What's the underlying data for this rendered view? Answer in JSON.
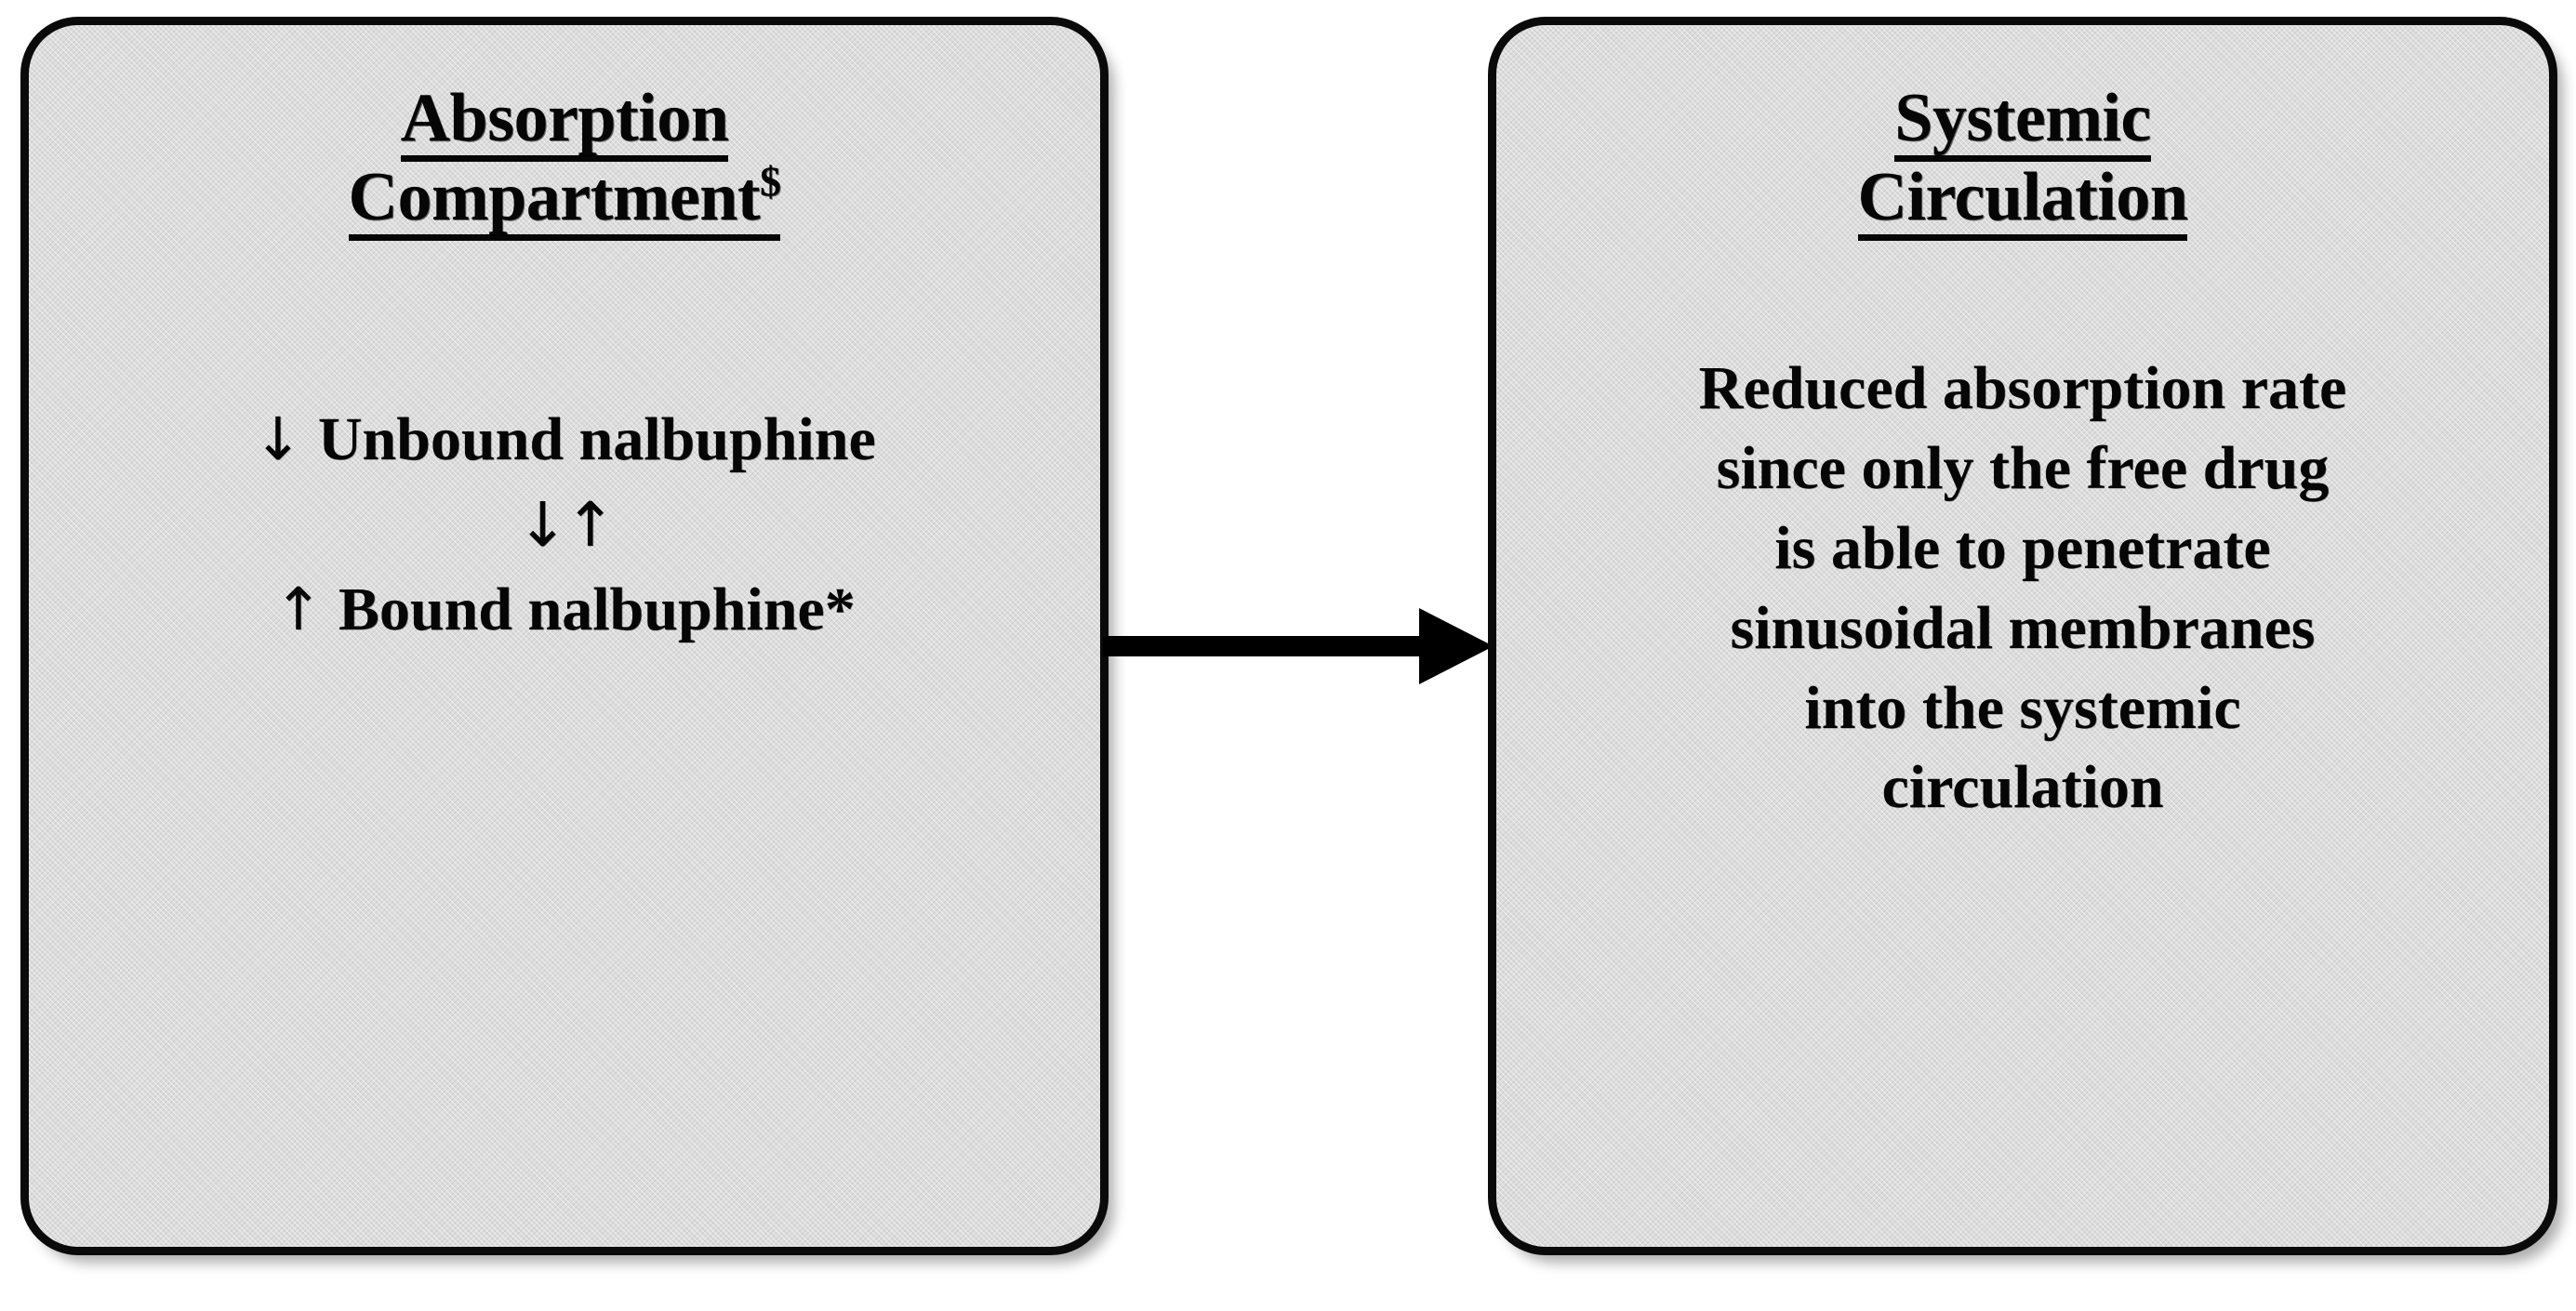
{
  "diagram": {
    "type": "flow-diagram",
    "orientation": "left-to-right",
    "background_color": "#ffffff",
    "node_fill_color": "#dcdcdc",
    "node_border_color": "#0a0a0a",
    "text_color": "#060606",
    "nodes": [
      {
        "id": "absorption-compartment",
        "title_lines": [
          "Absorption",
          "Compartment"
        ],
        "title_marker": "$",
        "body_lines": [
          {
            "arrow": "↓",
            "text": " Unbound nalbuphine"
          },
          {
            "arrow": "↓↑",
            "text": ""
          },
          {
            "arrow": "↑",
            "text": " Bound nalbuphine*"
          }
        ]
      },
      {
        "id": "systemic-circulation",
        "title_lines": [
          "Systemic",
          "Circulation"
        ],
        "title_marker": "",
        "body_lines": [
          "Reduced absorption rate",
          "since only the free drug",
          "is able to penetrate",
          "sinusoidal membranes",
          "into the systemic",
          "circulation"
        ]
      }
    ],
    "connector": {
      "from": "absorption-compartment",
      "to": "systemic-circulation",
      "style": "solid-line-with-filled-arrowhead",
      "direction": "right",
      "color": "#000000"
    }
  },
  "absorption": {
    "title": {
      "line1": "Absorption",
      "line2": "Compartment",
      "marker": "$"
    },
    "body": {
      "line1_arrow": "↓",
      "line1_text": "Unbound nalbuphine",
      "line2_arrows": "↓↑",
      "line3_arrow": "↑",
      "line3_text": "Bound nalbuphine*"
    }
  },
  "systemic": {
    "title": {
      "line1": "Systemic",
      "line2": "Circulation"
    },
    "body": {
      "line1": "Reduced absorption rate",
      "line2": "since only the free drug",
      "line3": "is able to penetrate",
      "line4": "sinusoidal membranes",
      "line5": "into the systemic",
      "line6": "circulation"
    }
  }
}
